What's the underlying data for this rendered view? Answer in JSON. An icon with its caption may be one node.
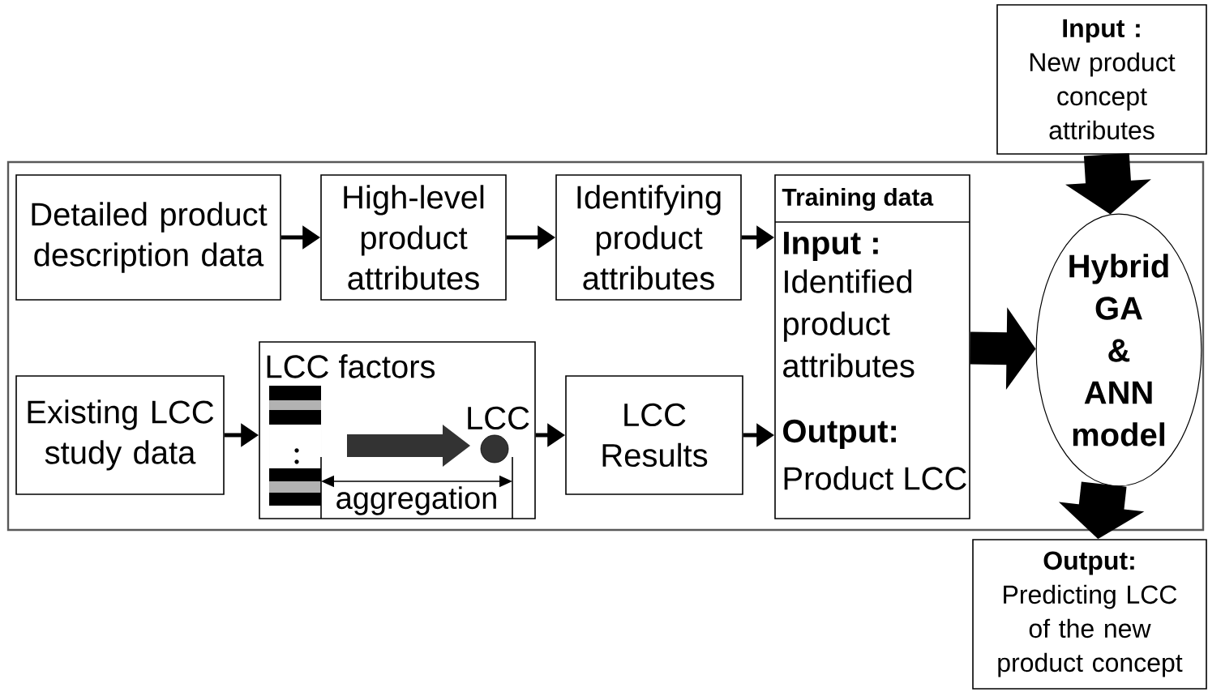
{
  "diagram": {
    "nodes": [
      {
        "text": [],
        "shape": "box"
      },
      {
        "text": [
          "Detailed product description data"
        ],
        "in": 0
      },
      {
        "text": [
          "High-level product attributes"
        ],
        "in": 0
      },
      {
        "text": [
          "Identifying product attributes"
        ],
        "in": 0
      },
      {
        "text": [
          "Training data",
          "Input :",
          "Identified product attributes",
          "Output:",
          "Product LCC"
        ],
        "in": 0
      },
      {
        "text": [
          "Existing LCC study data"
        ],
        "in": 0
      },
      {
        "text": [
          "LCC factors",
          "LCC",
          "aggregation"
        ],
        "in": 0
      },
      {
        "text": [
          "LCC Results"
        ],
        "in": 0
      },
      {
        "text": [
          "Hybrid GA & ANN model"
        ],
        "in": 0
      },
      {
        "text": [
          "Input :",
          "New product concept attributes"
        ]
      },
      {
        "text": [
          "Output:",
          "Predicting LCC of the new product concept"
        ]
      }
    ],
    "edges": [
      {
        "from": 1,
        "to": 2,
        "arrow": "to"
      },
      {
        "from": 2,
        "to": 3,
        "arrow": "to"
      },
      {
        "from": 3,
        "to": 4,
        "arrow": "to"
      },
      {
        "from": 5,
        "to": 6,
        "arrow": "to"
      },
      {
        "from": 6,
        "to": 7,
        "arrow": "to"
      },
      {
        "from": 7,
        "to": 4,
        "arrow": "to"
      },
      {
        "from": 9,
        "to": 8,
        "arrow": "to",
        "style": "thick"
      },
      {
        "from": 4,
        "to": 8,
        "arrow": "to",
        "style": "thick"
      },
      {
        "from": 8,
        "to": 10,
        "arrow": "to",
        "style": "thick"
      }
    ]
  }
}
